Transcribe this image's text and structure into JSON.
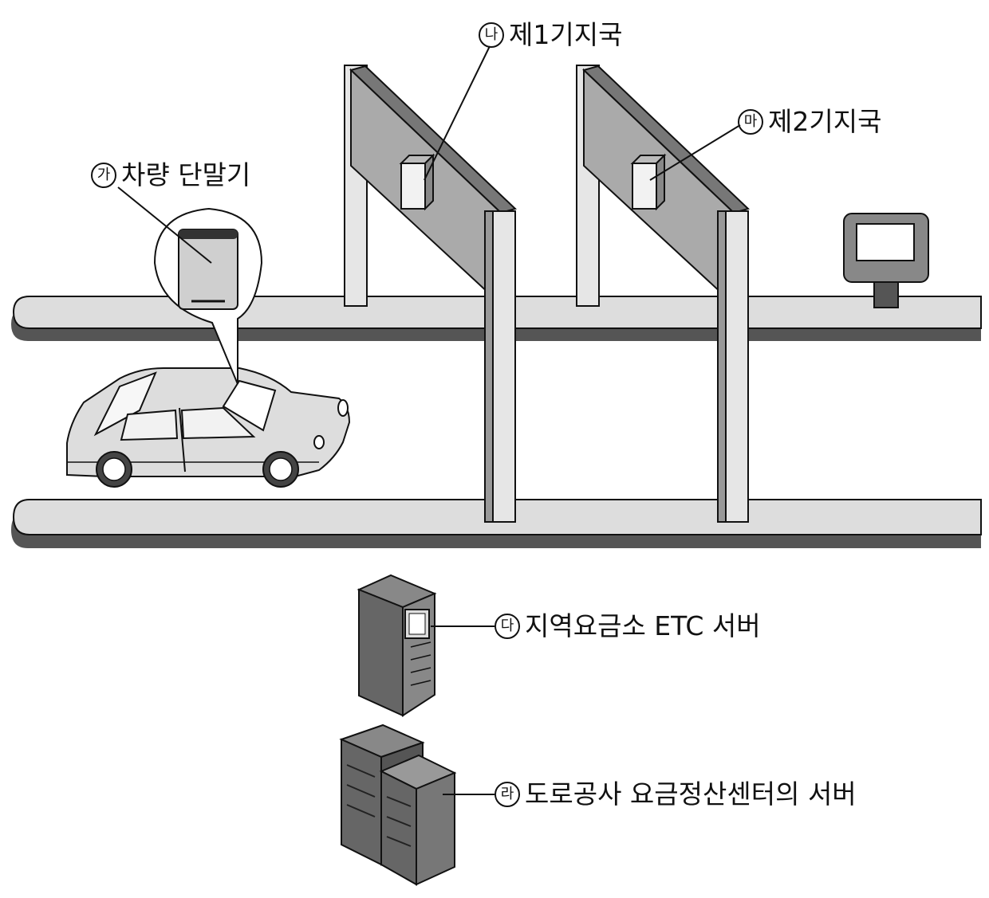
{
  "labels": {
    "vehicle_terminal": {
      "mark": "가",
      "text": "차량 단말기"
    },
    "base_station_1": {
      "mark": "나",
      "text": "제1기지국"
    },
    "base_station_2": {
      "mark": "마",
      "text": "제2기지국"
    },
    "local_server": {
      "mark": "다",
      "text": "지역요금소 ETC 서버"
    },
    "center_server": {
      "mark": "라",
      "text": "도로공사 요금정산센터의 서버"
    }
  },
  "colors": {
    "road_fill": "#dddddd",
    "road_shadow": "#555555",
    "sign_fill": "#aaaaaa",
    "pillar_fill": "#e6e6e6",
    "server_dark": "#555555",
    "server_mid": "#777777",
    "outline": "#111111"
  }
}
